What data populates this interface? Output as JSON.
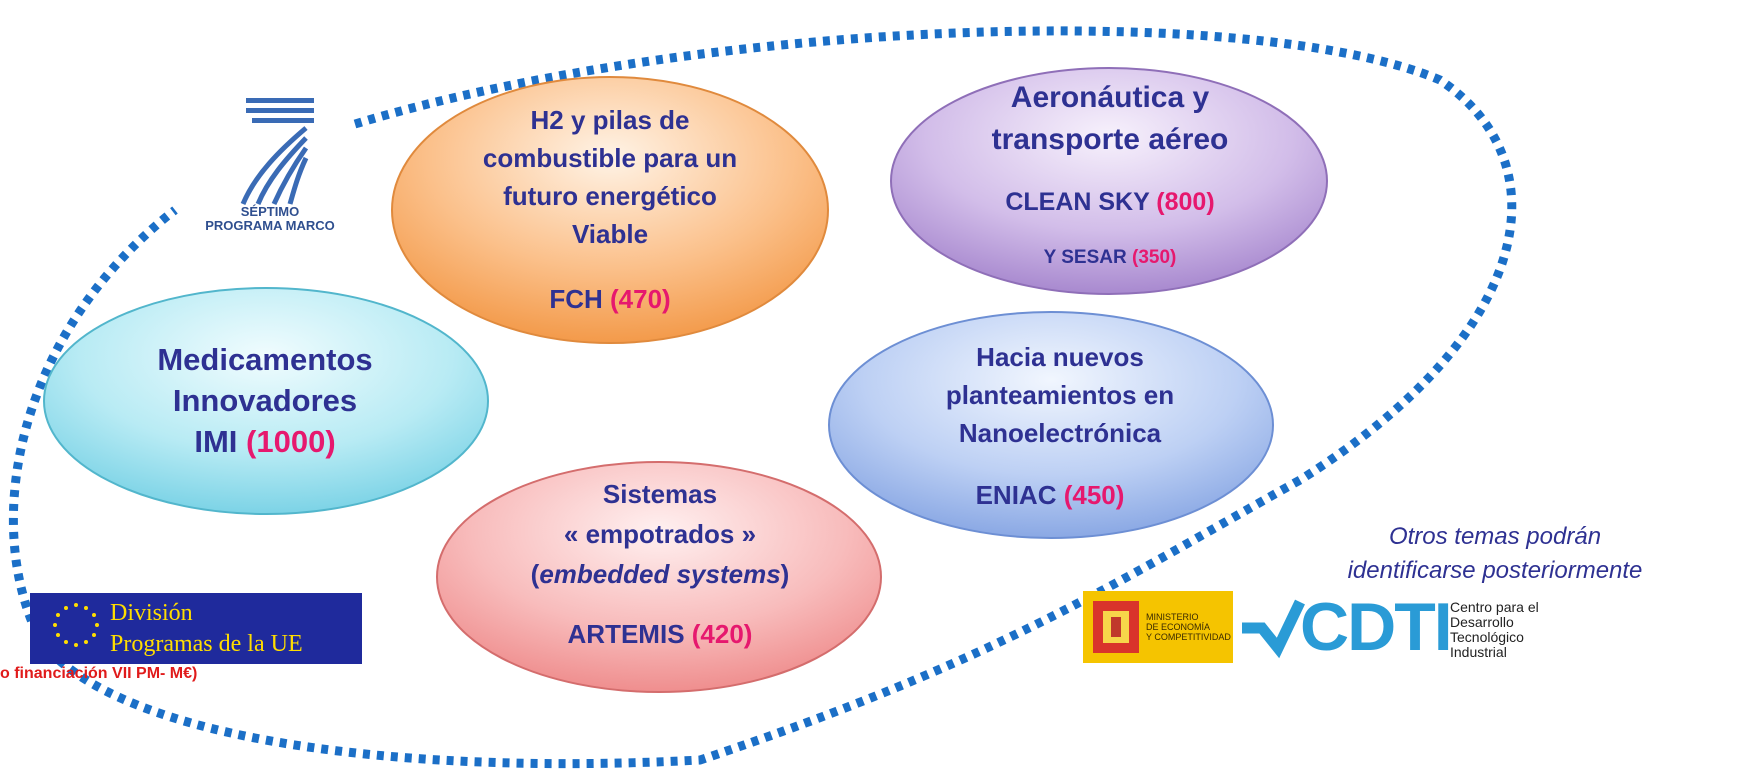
{
  "fp7_logo": {
    "line1": "SÉPTIMO",
    "line2": "PROGRAMA MARCO"
  },
  "initiatives": {
    "fch": {
      "lines": [
        "H2 y pilas de",
        "combustible para un",
        "futuro energético",
        "Viable"
      ],
      "code": "FCH",
      "amount": "(470)",
      "color": "#f7a155"
    },
    "aero": {
      "lines": [
        "Aeronáutica y",
        "transporte aéreo"
      ],
      "code1": "CLEAN SKY",
      "amount1": "(800)",
      "code2": "Y SESAR",
      "amount2": "(350)",
      "color": "#b48fd4"
    },
    "imi": {
      "lines": [
        "Medicamentos",
        "Innovadores"
      ],
      "code": "IMI",
      "amount": "(1000)",
      "color": "#7fd6e6"
    },
    "eniac": {
      "lines": [
        "Hacia nuevos",
        "planteamientos en",
        "Nanoelectrónica"
      ],
      "code": "ENIAC",
      "amount": "(450)",
      "color": "#8fb0e8"
    },
    "artemis": {
      "line1": "Sistemas",
      "line2": "« empotrados »",
      "line3_open": "(",
      "line3_italic": "embedded systems",
      "line3_close": ")",
      "code": "ARTEMIS",
      "amount": "(420)",
      "color": "#f29a9a"
    }
  },
  "other_topics": {
    "line1": "Otros temas podrán",
    "line2": "identificarse posteriormente"
  },
  "division_logo": {
    "line1": "División",
    "line2": "Programas de la UE"
  },
  "footnote": "o financiación VII PM- M€)",
  "ministry_logo": {
    "line1": "MINISTERIO",
    "line2": "DE ECONOMÍA",
    "line3": "Y COMPETITIVIDAD"
  },
  "cdti_logo": {
    "name": "CDTI",
    "line1": "Centro para el",
    "line2": "Desarrollo",
    "line3": "Tecnológico",
    "line4": "Industrial"
  },
  "colors": {
    "text": "#2e3192",
    "amount": "#e6186e",
    "dotted_ring": "#1b6fc7",
    "other_topics": "#2e3192"
  }
}
